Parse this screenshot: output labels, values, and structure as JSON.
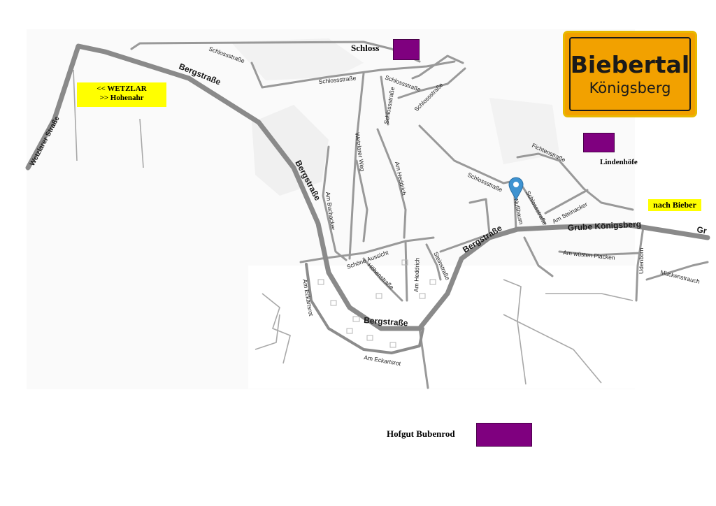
{
  "town_sign": {
    "line1": "Biebertal",
    "line2": "Königsberg"
  },
  "directions": {
    "line1": "<< WETZLAR",
    "line2": ">> Hohenahr",
    "east": "nach Bieber"
  },
  "places": {
    "schloss": "Schloss",
    "lindenhoefe": "Lindenhöfe",
    "hofgut": "Hofgut Bubenrod"
  },
  "streets": {
    "wetzlarer_strasse": "Wetzlarer Straße",
    "bergstrasse": "Bergstraße",
    "schlossstrasse": "Schlossstraße",
    "wetzlarer_weg": "Wetzlarer Weg",
    "am_heddrich": "Am Heddrich",
    "am_buchacker": "Am Buchacker",
    "schoene_aussicht": "Schöne Aussicht",
    "hoehenstrasse": "Höhenstraße",
    "steinstrasse": "Steinstraße",
    "am_eckartsrot": "Am Eckartsrot",
    "nussbaum": "Nußbaum",
    "fichtenstrasse": "Fichtenstraße",
    "am_steinacker": "Am Steinacker",
    "grube_koenigsberg": "Grube Königsberg",
    "gr": "Gr",
    "am_wuesten_placken": "Am wüsten Placken",
    "udenborn": "Udenborn",
    "mueckenstrauch": "Mückenstrauch"
  },
  "colors": {
    "sign": "#f2a100",
    "highlight": "#ffff00",
    "marker": "#7f007f",
    "pin": "#3e93d1",
    "road": "#8c8c8c"
  },
  "icons": {
    "location": "map-pin-icon"
  }
}
